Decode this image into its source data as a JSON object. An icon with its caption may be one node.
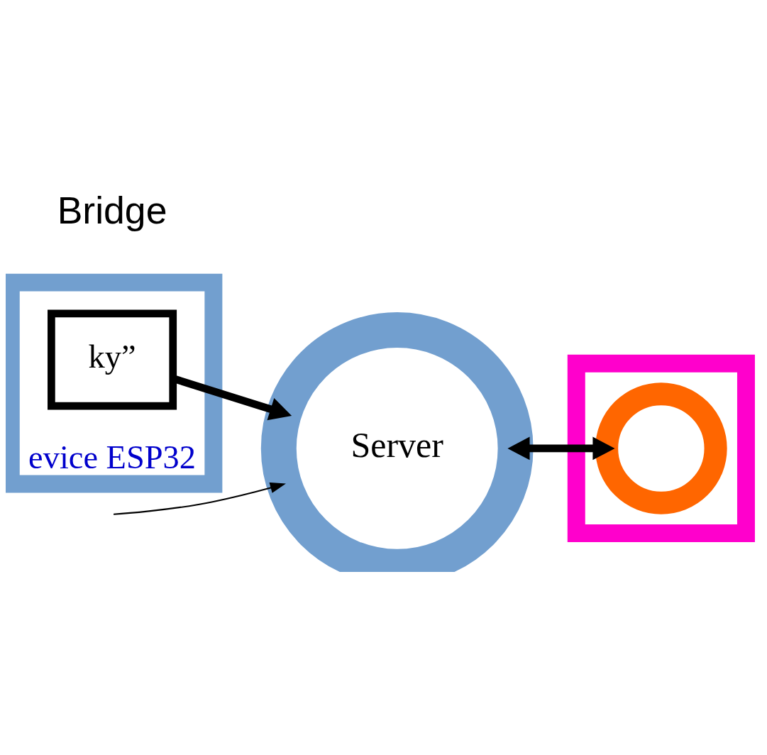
{
  "diagram": {
    "nodes": [
      {
        "text": [
          "Server"
        ]
      },
      {
        "text": [
          "evice ESP32"
        ]
      },
      {
        "text": [
          "ky”"
        ],
        "in": 1
      },
      {
        "text": [],
        "shape": "box"
      },
      {
        "text": [],
        "shape": "circle",
        "in": 3
      }
    ],
    "edges": [
      {
        "from": null,
        "to": 0,
        "arrow": "to"
      },
      {
        "from": 2,
        "to": 0,
        "arrow": "to"
      },
      {
        "from": 0,
        "to": 4,
        "arrow": "both"
      }
    ],
    "labels": [
      "Bridge"
    ]
  }
}
